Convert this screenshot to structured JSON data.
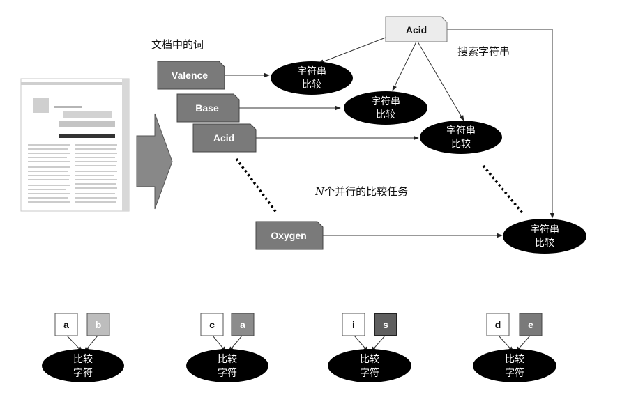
{
  "labels": {
    "doc_words": "文档中的词",
    "search_string": "搜索字符串",
    "parallel_n": "N",
    "parallel_rest": "个并行的比较任务"
  },
  "query": {
    "text": "Acid"
  },
  "words": [
    {
      "text": "Valence"
    },
    {
      "text": "Base"
    },
    {
      "text": "Acid"
    },
    {
      "text": "Oxygen"
    }
  ],
  "compare_nodes": [
    {
      "line1": "字符串",
      "line2": "比较"
    },
    {
      "line1": "字符串",
      "line2": "比较"
    },
    {
      "line1": "字符串",
      "line2": "比较"
    },
    {
      "line1": "字符串",
      "line2": "比较"
    }
  ],
  "char_pairs": [
    {
      "left": "a",
      "right": "b",
      "line1": "比较",
      "line2": "字符"
    },
    {
      "left": "c",
      "right": "a",
      "line1": "比较",
      "line2": "字符"
    },
    {
      "left": "i",
      "right": "s",
      "line1": "比较",
      "line2": "字符"
    },
    {
      "left": "d",
      "right": "e",
      "line1": "比较",
      "line2": "字符"
    }
  ],
  "colors": {
    "word_box": "#7a7a7a",
    "ellipse": "#000000",
    "arrow_shape": "#888888",
    "query_box": "#ececec"
  }
}
